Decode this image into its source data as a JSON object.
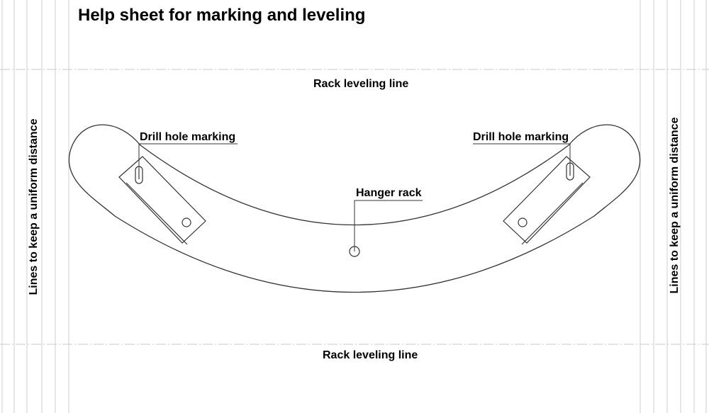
{
  "sheet": {
    "title": "Help sheet for marking and leveling"
  },
  "labels": {
    "rack_leveling_top": "Rack leveling line",
    "rack_leveling_bottom": "Rack leveling line",
    "drill_hole_left": "Drill hole marking",
    "drill_hole_right": "Drill hole marking",
    "hanger_rack": "Hanger rack",
    "uniform_left": "Lines to keep a uniform distance",
    "uniform_right": "Lines to keep a uniform distance"
  },
  "colors": {
    "outline": "#333333",
    "guide": "#cfcfcf",
    "text": "#000000"
  }
}
